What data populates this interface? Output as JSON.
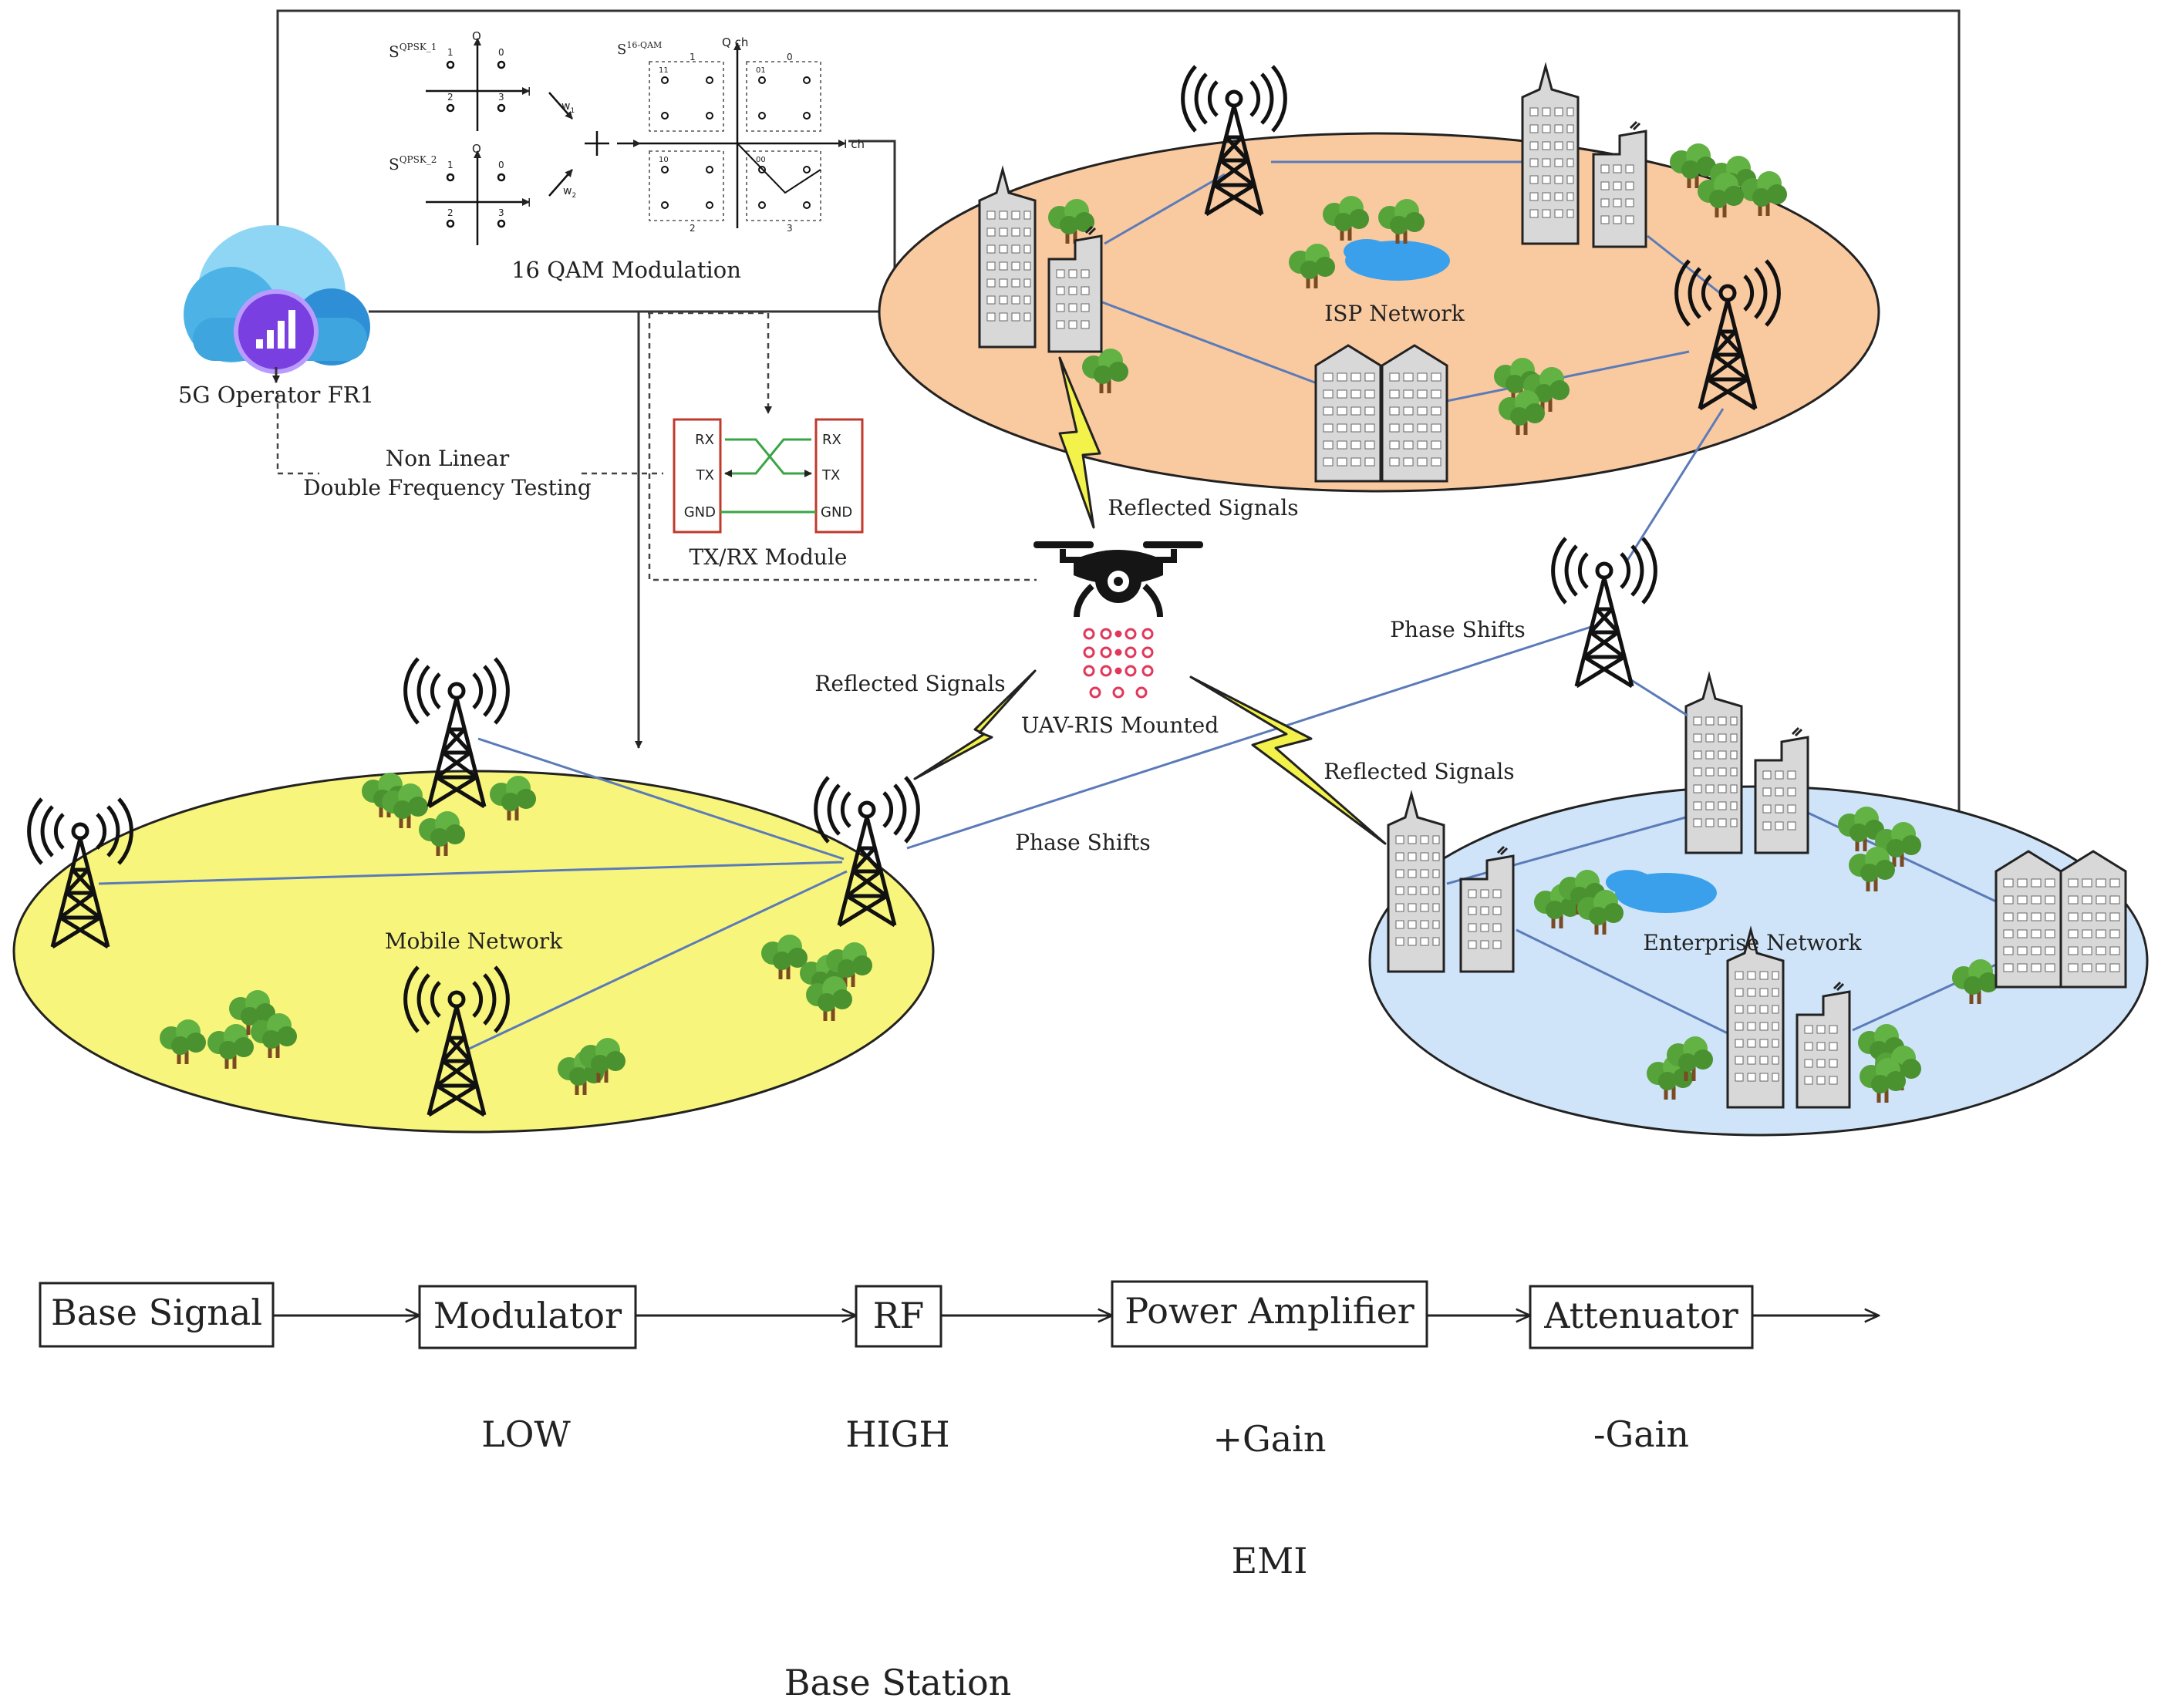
{
  "operator": {
    "label": "5G Operator FR1"
  },
  "modulation": {
    "caption": "16 QAM Modulation",
    "qpsk1_label": "S",
    "qpsk1_sup": "QPSK_1",
    "qpsk2_label": "S",
    "qpsk2_sup": "QPSK_2",
    "qam_label": "S",
    "qam_sup": "16-QAM",
    "q_axis": "Q",
    "i_axis": "I",
    "q_ch": "Q ch",
    "i_ch": "I ch",
    "w1": "w",
    "w1_sub": "1",
    "w2": "w",
    "w2_sub": "2",
    "quad_numbers": [
      "1",
      "0",
      "2",
      "3"
    ],
    "qpsk_point_labels": [
      "1",
      "0",
      "2",
      "3"
    ],
    "qam_point_labels": [
      "1",
      "0",
      "2",
      "3"
    ],
    "qam_inner_labels": [
      "11",
      "01",
      "10",
      "00"
    ]
  },
  "testing": {
    "line1": "Non Linear",
    "line2": "Double Frequency Testing"
  },
  "txrx": {
    "caption": "TX/RX Module",
    "left_pins": [
      "RX",
      "TX",
      "GND"
    ],
    "right_pins": [
      "RX",
      "TX",
      "GND"
    ]
  },
  "networks": {
    "isp": "ISP Network",
    "mobile": "Mobile Network",
    "enterprise": "Enterprise Network"
  },
  "uav": {
    "label": "UAV-RIS Mounted"
  },
  "signals": {
    "reflected_top": "Reflected Signals",
    "reflected_left": "Reflected Signals",
    "reflected_right": "Reflected Signals",
    "phase_top": "Phase Shifts",
    "phase_bottom": "Phase Shifts"
  },
  "chain": {
    "blocks": [
      "Base Signal",
      "Modulator",
      "RF",
      "Power Amplifier",
      "Attenuator"
    ],
    "levels": [
      "LOW",
      "HIGH",
      "+Gain",
      "-Gain"
    ],
    "emi": "EMI",
    "footer": "Base Station"
  },
  "colors": {
    "isp_fill": "#f9c9a0",
    "mobile_fill": "#f8f57c",
    "enterprise_fill": "#cfe4f8",
    "link": "#5b7bb8",
    "lightning": "#f2f24a",
    "ris": "#e0385a",
    "tree": "#56a33a",
    "lake": "#3aa0ec",
    "cloud": "#3fa5de",
    "operator_badge": "#6d3ad6"
  },
  "icons": [
    "cloud-icon",
    "tower-icon",
    "building-icon",
    "tree-icon",
    "lake-icon",
    "drone-icon",
    "ris-panel-icon",
    "lightning-icon"
  ]
}
